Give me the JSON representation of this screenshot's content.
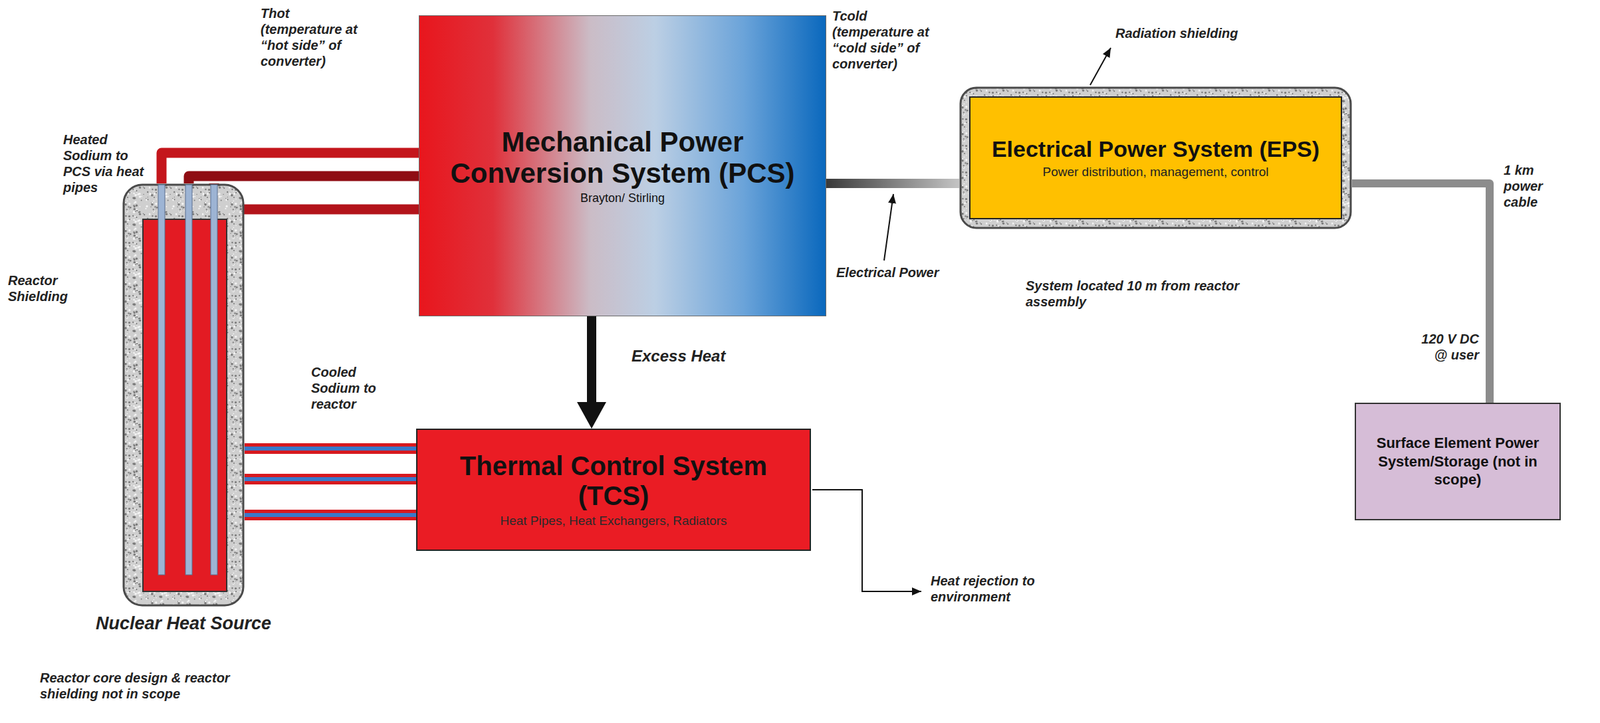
{
  "diagram": {
    "nodes": [
      {
        "text": [
          "Mechanical Power Conversion System (PCS)",
          "Brayton/ Stirling"
        ]
      },
      {
        "text": [
          "Electrical Power System (EPS)",
          "Power distribution, management, control"
        ]
      },
      {
        "text": [
          "Nuclear Heat Source"
        ]
      },
      {
        "text": [
          "Thermal Control System (TCS)",
          "Heat Pipes, Heat Exchangers, Radiators"
        ]
      },
      {
        "text": [
          "Surface Element Power System/Storage (not in scope)"
        ]
      }
    ],
    "edges": [
      {
        "from": 2,
        "to": 0,
        "arrow": "none"
      },
      {
        "from": 2,
        "to": 0,
        "arrow": "none"
      },
      {
        "from": 2,
        "to": 0,
        "arrow": "none"
      },
      {
        "from": 0,
        "to": 3,
        "label": "Excess Heat",
        "arrow": "to"
      },
      {
        "from": 3,
        "to": 2,
        "arrow": "none"
      },
      {
        "from": 3,
        "to": 2,
        "arrow": "none"
      },
      {
        "from": 3,
        "to": 2,
        "arrow": "none"
      },
      {
        "from": 0,
        "to": 1,
        "arrow": "none"
      },
      {
        "from": 1,
        "to": 4,
        "arrow": "none"
      }
    ],
    "labels": [
      "Thot (temperature at “hot side” of converter)",
      "Tcold (temperature at “cold side” of converter)",
      "Radiation shielding",
      "Heated Sodium to PCS via heat pipes",
      "Cooled Sodium to reactor",
      "Reactor Shielding",
      "Electrical Power",
      "System located 10 m from reactor assembly",
      "1 km power cable",
      "120 V DC @ user",
      "Heat rejection to environment",
      "Reactor core design & reactor shielding not in scope"
    ]
  }
}
